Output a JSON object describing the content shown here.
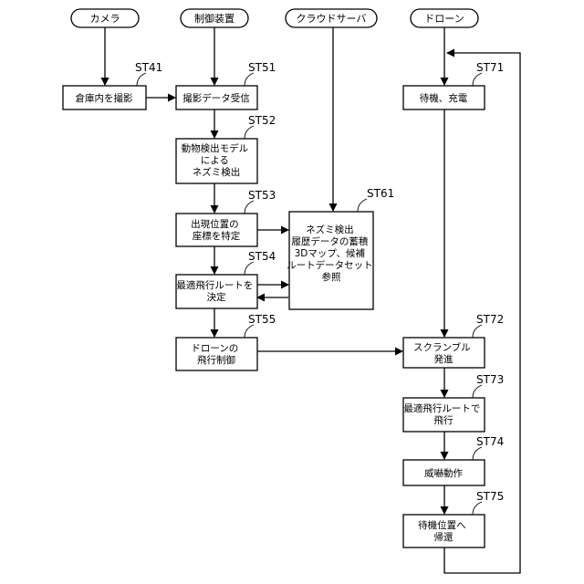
{
  "lanes": {
    "camera": "カメラ",
    "controller": "制御装置",
    "cloud": "クラウドサーバ",
    "drone": "ドローン"
  },
  "steps": {
    "st41": {
      "id": "ST41",
      "lines": [
        "倉庫内を撮影"
      ]
    },
    "st51": {
      "id": "ST51",
      "lines": [
        "撮影データ受信"
      ]
    },
    "st52": {
      "id": "ST52",
      "lines": [
        "動物検出モデル",
        "による",
        "ネズミ検出"
      ]
    },
    "st53": {
      "id": "ST53",
      "lines": [
        "出現位置の",
        "座標を特定"
      ]
    },
    "st54": {
      "id": "ST54",
      "lines": [
        "最適飛行ルートを",
        "決定"
      ]
    },
    "st55": {
      "id": "ST55",
      "lines": [
        "ドローンの",
        "飛行制御"
      ]
    },
    "st61": {
      "id": "ST61",
      "lines": [
        "ネズミ検出",
        "履歴データの蓄積",
        "",
        "3Dマップ、候補",
        "ルートデータセット",
        "参照"
      ]
    },
    "st71": {
      "id": "ST71",
      "lines": [
        "待機、充電"
      ]
    },
    "st72": {
      "id": "ST72",
      "lines": [
        "スクランブル",
        "発進"
      ]
    },
    "st73": {
      "id": "ST73",
      "lines": [
        "最適飛行ルートで",
        "飛行"
      ]
    },
    "st74": {
      "id": "ST74",
      "lines": [
        "威嚇動作"
      ]
    },
    "st75": {
      "id": "ST75",
      "lines": [
        "待機位置へ",
        "帰還"
      ]
    }
  }
}
